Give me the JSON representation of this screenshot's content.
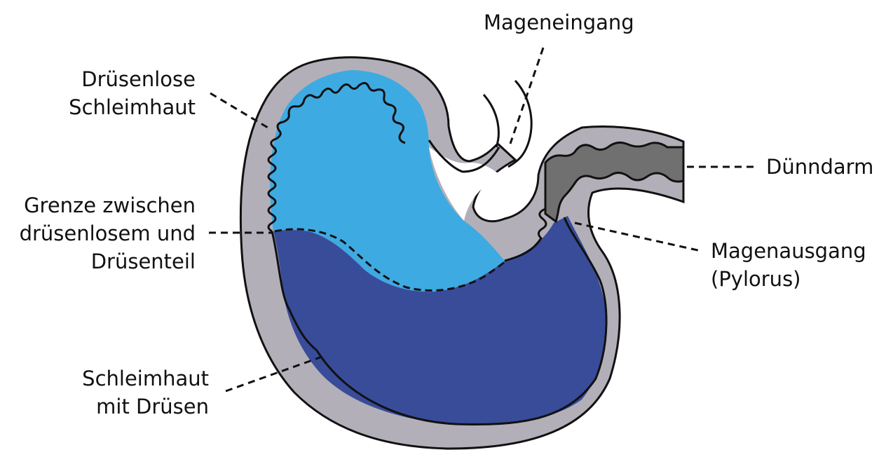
{
  "labels": {
    "mageneingang": "Mageneingang",
    "druesenlose_line1": "Drüsenlose",
    "druesenlose_line2": "Schleimhaut",
    "grenze_line1": "Grenze zwischen",
    "grenze_line2": "drüsenlosem und",
    "grenze_line3": "Drüsenteil",
    "schleimhaut_line1": "Schleimhaut",
    "schleimhaut_line2": "mit Drüsen",
    "duenndarm": "Dünndarm",
    "magenausgang_line1": "Magenausgang",
    "magenausgang_line2": "(Pylorus)"
  },
  "colors": {
    "wall": "#b3afb8",
    "non_glandular": "#3eaae2",
    "glandular": "#384c9a",
    "intestine_lumen": "#707070",
    "outline": "#111111"
  }
}
